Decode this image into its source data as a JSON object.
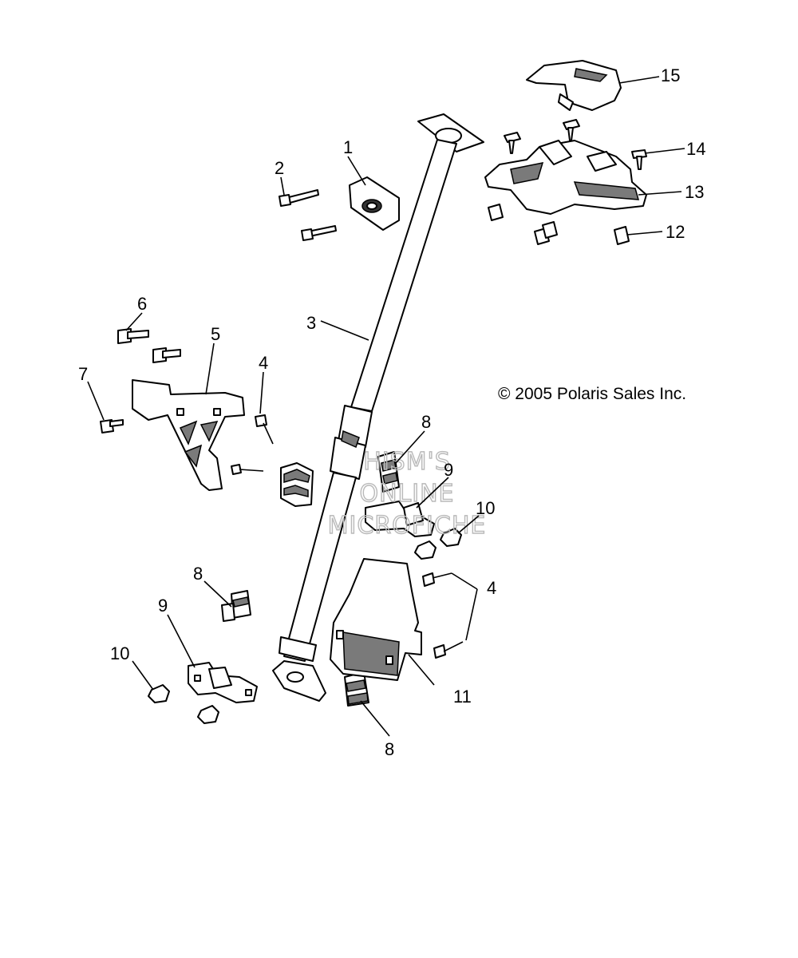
{
  "diagram": {
    "copyright": "© 2005 Polaris Sales Inc.",
    "watermark": [
      "HISM'S",
      "ONLINE",
      "MICROFICHE"
    ],
    "callouts": {
      "c1": "1",
      "c2": "2",
      "c3": "3",
      "c4a": "4",
      "c4b": "4",
      "c5": "5",
      "c6": "6",
      "c7": "7",
      "c8a": "8",
      "c8b": "8",
      "c8c": "8",
      "c9a": "9",
      "c9b": "9",
      "c10a": "10",
      "c10b": "10",
      "c11": "11",
      "c12": "12",
      "c13": "13",
      "c14": "14",
      "c15": "15"
    }
  }
}
